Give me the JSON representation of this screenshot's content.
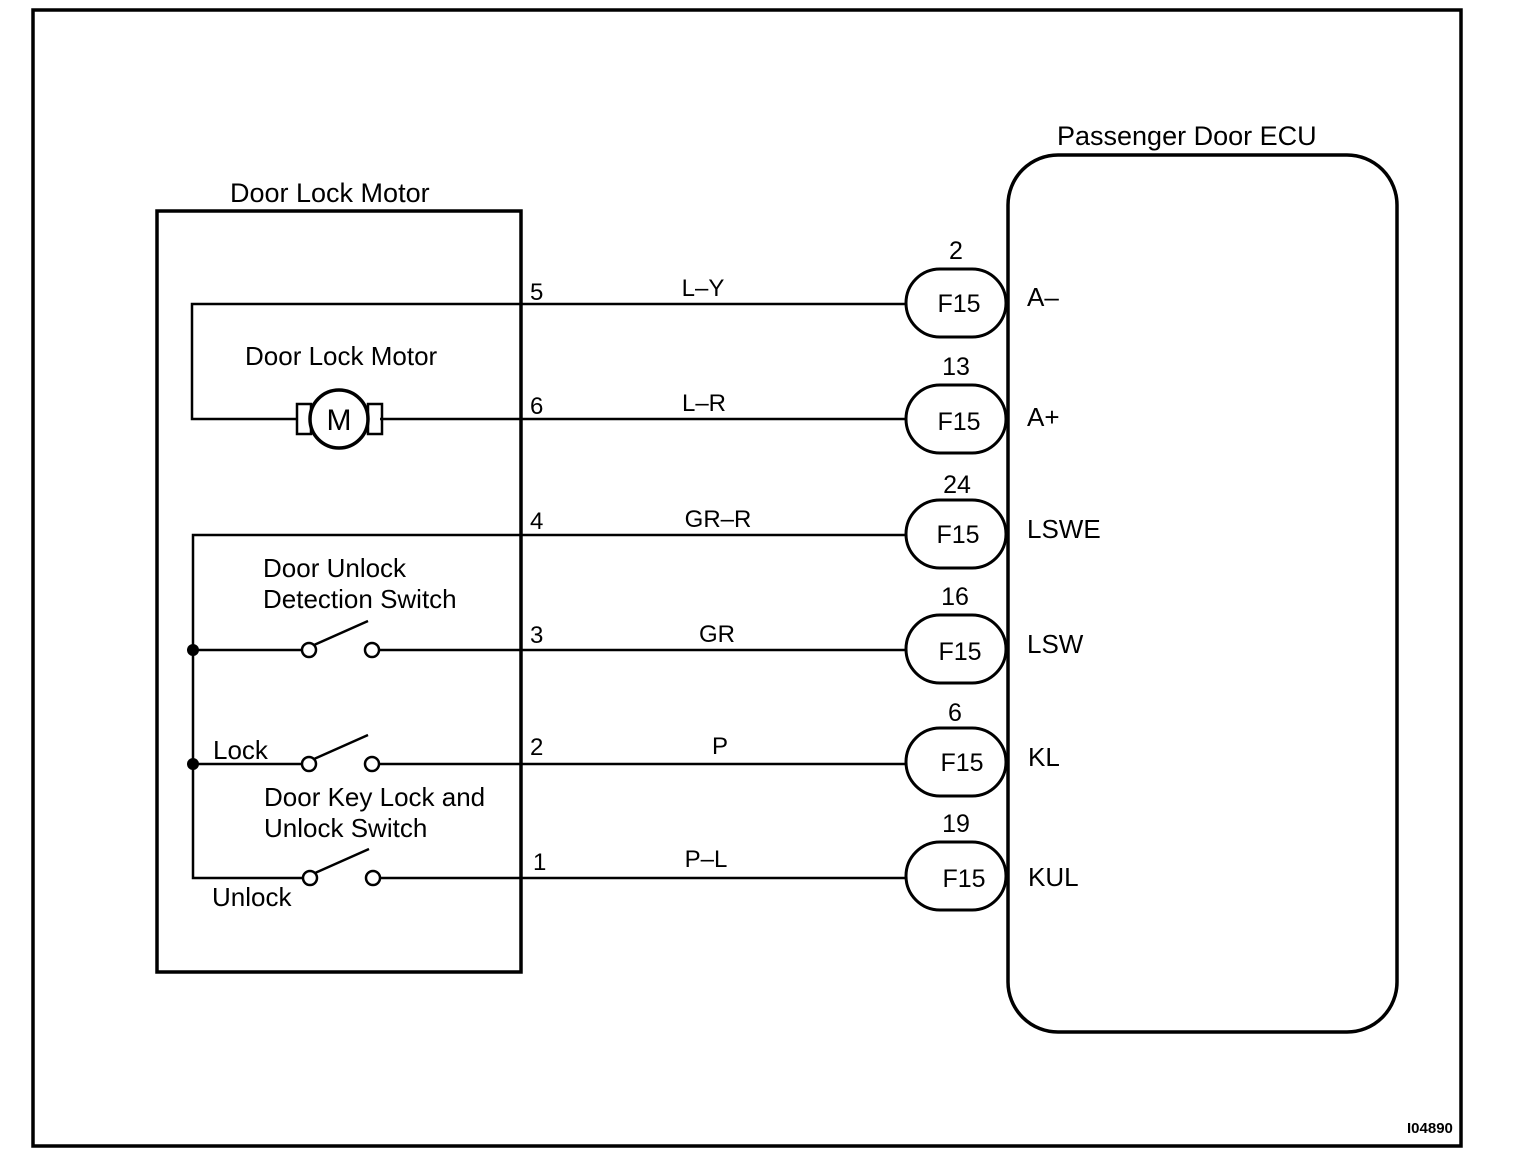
{
  "motor_unit": {
    "title": "Door Lock Motor",
    "motor_label": "Door Lock Motor",
    "motor_symbol": "M",
    "unlock_detection_switch": [
      "Door Unlock",
      "Detection Switch"
    ],
    "key_switch": [
      "Door Key Lock and",
      "Unlock Switch"
    ],
    "lock_label": "Lock",
    "unlock_label": "Unlock"
  },
  "ecu": {
    "title": "Passenger Door ECU"
  },
  "circuits": [
    {
      "pin": "5",
      "wire": "L–Y",
      "ecu_pin": "2",
      "connector": "F15",
      "terminal": "A–"
    },
    {
      "pin": "6",
      "wire": "L–R",
      "ecu_pin": "13",
      "connector": "F15",
      "terminal": "A+"
    },
    {
      "pin": "4",
      "wire": "GR–R",
      "ecu_pin": "24",
      "connector": "F15",
      "terminal": "LSWE"
    },
    {
      "pin": "3",
      "wire": "GR",
      "ecu_pin": "16",
      "connector": "F15",
      "terminal": "LSW"
    },
    {
      "pin": "2",
      "wire": "P",
      "ecu_pin": "6",
      "connector": "F15",
      "terminal": "KL"
    },
    {
      "pin": "1",
      "wire": "P–L",
      "ecu_pin": "19",
      "connector": "F15",
      "terminal": "KUL"
    }
  ],
  "figure_code": "I04890"
}
